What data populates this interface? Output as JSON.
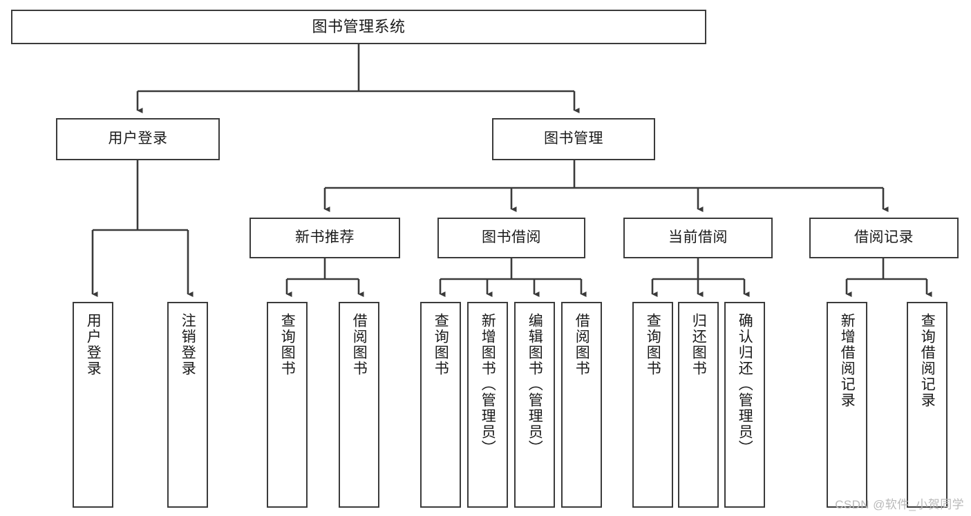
{
  "diagram": {
    "title": "图书管理系统",
    "watermark": "CSDN @软件_小贺同学",
    "colors": {
      "background": "#ffffff",
      "box_border": "#3a3a3a",
      "connector": "#3a3a3a",
      "text": "#1a1a1a",
      "watermark_text": "#b9b9b9"
    },
    "root": {
      "label": "图书管理系统"
    },
    "level2": [
      {
        "label": "用户登录"
      },
      {
        "label": "图书管理"
      }
    ],
    "level3": [
      {
        "label": "新书推荐"
      },
      {
        "label": "图书借阅"
      },
      {
        "label": "当前借阅"
      },
      {
        "label": "借阅记录"
      }
    ],
    "leaves": {
      "user_login": [
        {
          "label": "用户登录"
        },
        {
          "label": "注销登录"
        }
      ],
      "new_book_recommend": [
        {
          "label": "查询图书"
        },
        {
          "label": "借阅图书"
        }
      ],
      "book_borrow": [
        {
          "label": "查询图书"
        },
        {
          "label": "新增图书（管理员）"
        },
        {
          "label": "编辑图书（管理员）"
        },
        {
          "label": "借阅图书"
        }
      ],
      "current_borrow": [
        {
          "label": "查询图书"
        },
        {
          "label": "归还图书"
        },
        {
          "label": "确认归还（管理员）"
        }
      ],
      "borrow_record": [
        {
          "label": "新增借阅记录"
        },
        {
          "label": "查询借阅记录"
        }
      ]
    }
  }
}
